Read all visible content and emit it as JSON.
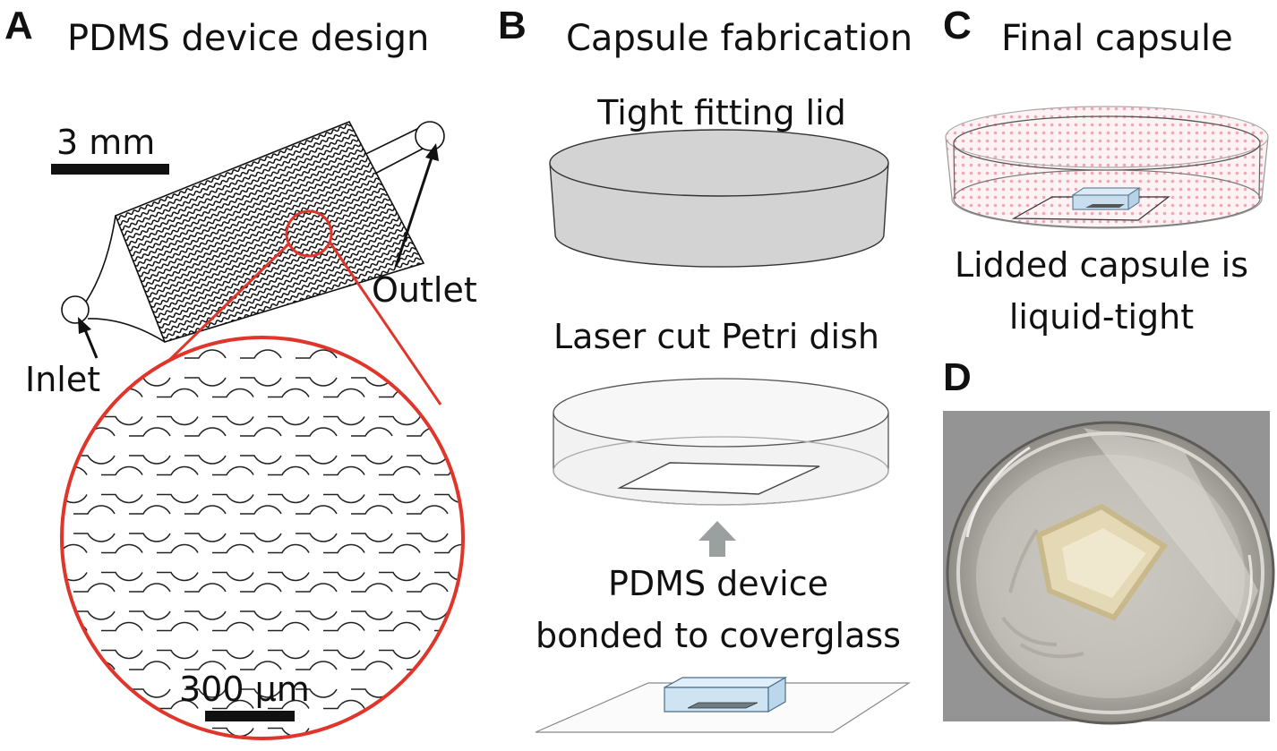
{
  "panels": {
    "a": {
      "letter": "A",
      "title": "PDMS device design",
      "scale_main": "3 mm",
      "scale_zoom": "300 μm",
      "inlet": "Inlet",
      "outlet": "Outlet"
    },
    "b": {
      "letter": "B",
      "title": "Capsule fabrication",
      "lid_label": "Tight fitting lid",
      "dish_label": "Laser cut Petri dish",
      "device_label_line1": "PDMS device",
      "device_label_line2": "bonded to coverglass"
    },
    "c": {
      "letter": "C",
      "title": "Final capsule",
      "caption_line1": "Lidded capsule is",
      "caption_line2": "liquid-tight"
    },
    "d": {
      "letter": "D"
    }
  },
  "colors": {
    "zoom_red": "#e0352b",
    "lid_gray": "#d3d3d3",
    "device_blue": "#cfe4f2",
    "liquid_pink": "#f4b6c2",
    "arrow_gray": "#9aa0a0",
    "photo_bg": "#8d8d8d"
  }
}
